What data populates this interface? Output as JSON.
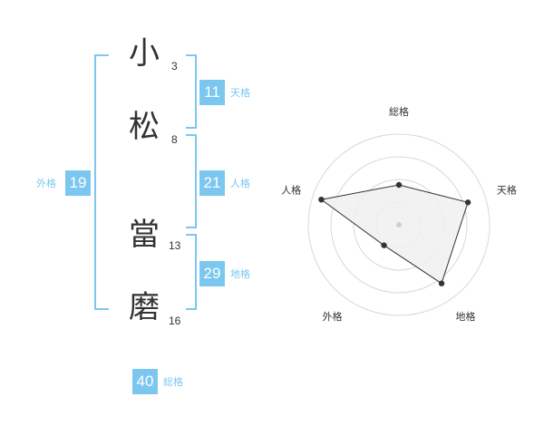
{
  "name_chars": [
    {
      "char": "小",
      "strokes": "3"
    },
    {
      "char": "松",
      "strokes": "8"
    },
    {
      "char": "當",
      "strokes": "13"
    },
    {
      "char": "磨",
      "strokes": "16"
    }
  ],
  "fortunes": {
    "tenkaku": {
      "label": "天格",
      "value": "11"
    },
    "jinkaku": {
      "label": "人格",
      "value": "21"
    },
    "chikaku": {
      "label": "地格",
      "value": "29"
    },
    "gaikaku": {
      "label": "外格",
      "value": "19"
    },
    "soukaku": {
      "label": "総格",
      "value": "40"
    }
  },
  "chart_data": {
    "type": "radar",
    "axes": [
      "総格",
      "天格",
      "地格",
      "外格",
      "人格"
    ],
    "rings": 4,
    "values": [
      2.2,
      4.0,
      4.0,
      1.4,
      4.5
    ],
    "max": 5,
    "colors": {
      "fill": "#f0f0f0",
      "stroke": "#333333",
      "grid": "#d8d8d8",
      "accent": "#7cc7f0"
    }
  }
}
